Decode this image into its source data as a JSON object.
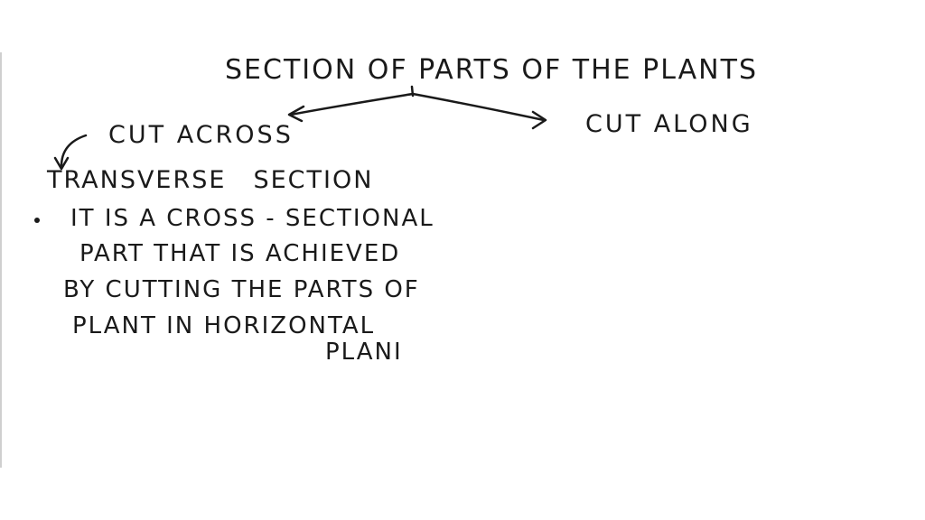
{
  "title": "SECTION OF PARTS OF THE PLANTS",
  "branches": {
    "left": "CUT ACROSS",
    "right": "CUT ALONG"
  },
  "transverse": {
    "heading_word1": "TRANSVERSE",
    "heading_word2": "SECTION",
    "bullet_lines": [
      "IT IS A CROSS - SECTIONAL",
      "PART  THAT  IS  ACHIEVED",
      "BY CUTTING  THE  PARTS OF",
      "PLANT  IN  HORIZONTAL",
      "PLANI"
    ]
  },
  "colors": {
    "ink": "#1a1a1a",
    "background": "#ffffff",
    "edge": "#cfcfcf"
  }
}
